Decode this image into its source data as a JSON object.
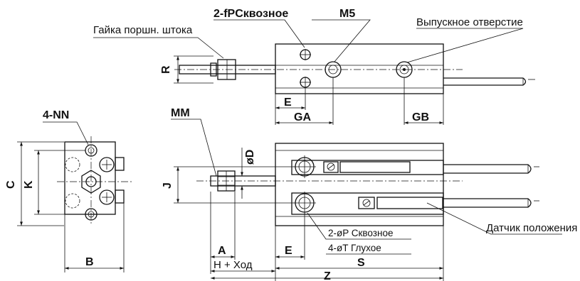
{
  "labels": {
    "rod_nut": "Гайка поршн. штока",
    "two_fp_thru": "2-fPСквозное",
    "m5": "M5",
    "exhaust_port": "Выпускное отверстие",
    "r": "R",
    "e_top": "E",
    "ga": "GA",
    "gb": "GB",
    "four_nn": "4-NN",
    "c": "C",
    "k": "K",
    "b": "B",
    "mm": "MM",
    "od": "øD",
    "j": "J",
    "two_op_thru": "2-øP Сквозное",
    "four_ot_blind": "4-øT Глухое",
    "sensor": "Датчик положения",
    "a": "A",
    "h_stroke": "H + Ход",
    "e_front": "E",
    "s": "S",
    "z": "Z"
  }
}
